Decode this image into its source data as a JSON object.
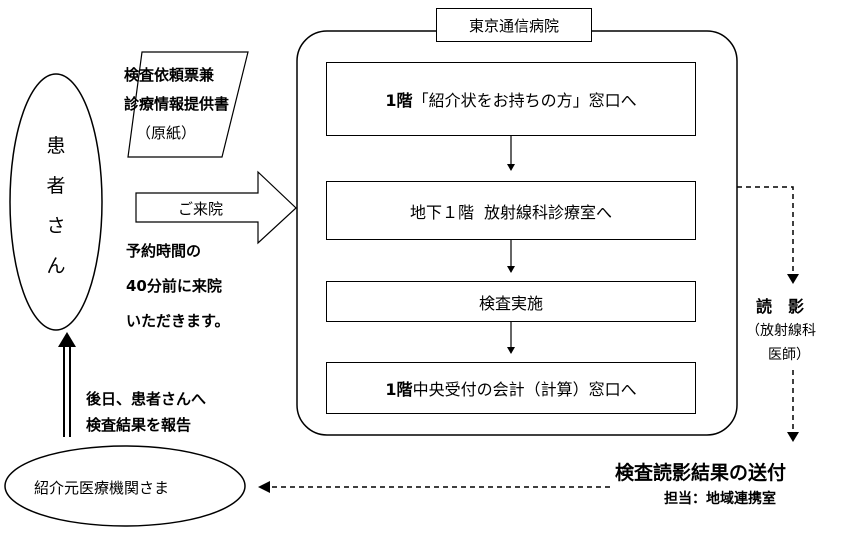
{
  "hospital": {
    "name": "東京通信病院"
  },
  "patient": {
    "chars": [
      "患",
      "者",
      "さ",
      "ん"
    ]
  },
  "document": {
    "line1": "検査依頼票兼",
    "line2": "診療情報提供書",
    "line3": "（原紙）"
  },
  "visit_arrow": {
    "label": "ご来院"
  },
  "arrival_note": {
    "line1": "予約時間の",
    "line2": "40分前に来院",
    "line3": "いただきます。"
  },
  "steps": [
    {
      "prefix": "1階",
      "text": "「紹介状をお持ちの方」窓口へ"
    },
    {
      "prefix": "地下１階",
      "text": "放射線科診療室へ"
    },
    {
      "prefix": "",
      "text": "検査実施"
    },
    {
      "prefix": "1階",
      "text": "中央受付の会計（計算）窓口へ"
    }
  ],
  "reading": {
    "title": "読　影",
    "sub1": "（放射線科",
    "sub2": "医師）"
  },
  "result": {
    "title": "検査読影結果の送付",
    "contact": "担当：地域連携室"
  },
  "report": {
    "line1": "後日、患者さんへ",
    "line2": "検査結果を報告"
  },
  "referrer": {
    "name": "紹介元医療機関さま"
  }
}
